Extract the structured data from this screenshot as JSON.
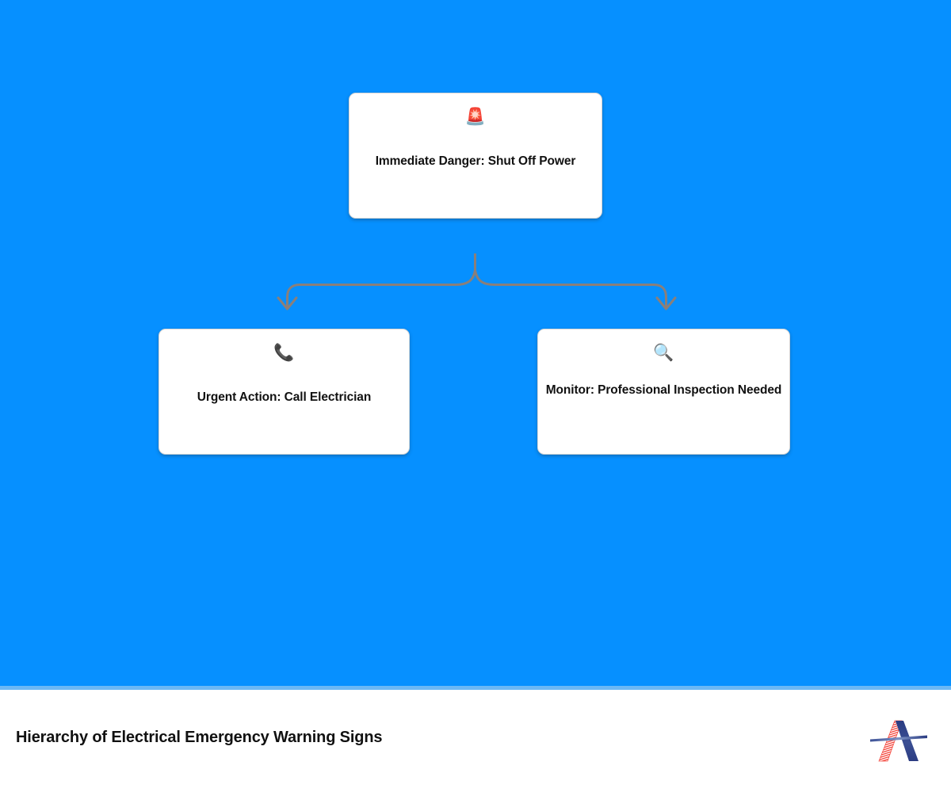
{
  "canvas": {
    "background_color": "#0690ff",
    "edge_color": "#6bb8f5"
  },
  "diagram": {
    "type": "hierarchy-tree",
    "connector_color": "#8a7f7a",
    "nodes": [
      {
        "id": "root",
        "icon": "rotating-light-emoji",
        "icon_glyph": "🚨",
        "label": "Immediate Danger: Shut Off Power",
        "level": 0
      },
      {
        "id": "left",
        "icon": "telephone-receiver-emoji",
        "icon_glyph": "📞",
        "label": "Urgent Action: Call Electrician",
        "level": 1
      },
      {
        "id": "right",
        "icon": "magnifying-glass-emoji",
        "icon_glyph": "🔍",
        "label": "Monitor: Professional Inspection Needed",
        "level": 1
      }
    ],
    "edges": [
      {
        "from": "root",
        "to": "left"
      },
      {
        "from": "root",
        "to": "right"
      }
    ]
  },
  "footer": {
    "title": "Hierarchy of Electrical Emergency Warning Signs",
    "logo": {
      "name": "letter-a-logo",
      "navy_color": "#2e3f85",
      "red_color": "#f4463c"
    }
  }
}
